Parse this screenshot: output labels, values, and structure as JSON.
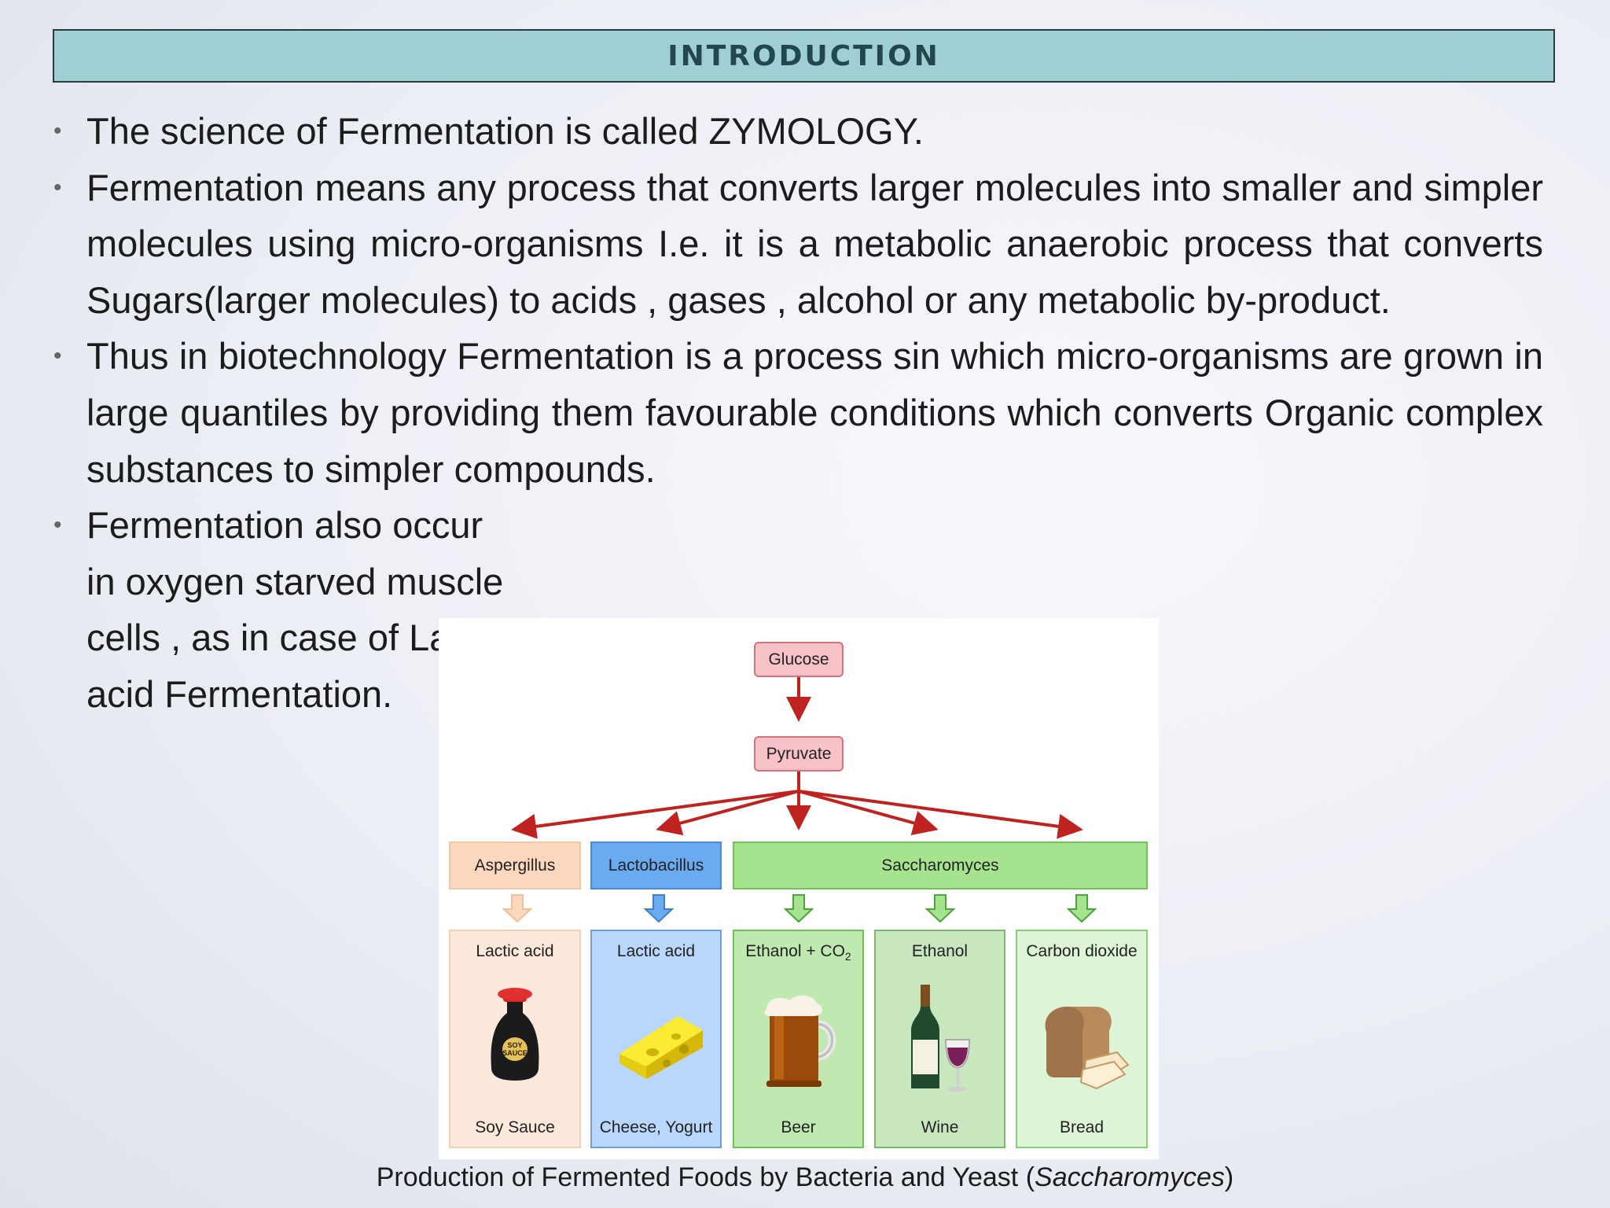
{
  "slide": {
    "title": "INTRODUCTION",
    "bullets": [
      "The science of Fermentation is called ZYMOLOGY.",
      "Fermentation means any process that converts larger molecules into smaller and simpler molecules using micro-organisms I.e. it is a metabolic anaerobic process that converts Sugars(larger molecules) to acids , gases , alcohol or any metabolic by-product.",
      "Thus in biotechnology Fermentation is a process sin which micro-organisms are grown in large quantiles by providing them favourable conditions which converts Organic complex substances to simpler compounds.",
      "Fermentation also occur in oxygen starved muscle cells , as in case of Lactic acid Fermentation."
    ]
  },
  "diagram": {
    "glucose": "Glucose",
    "pyruvate": "Pyruvate",
    "organisms": {
      "aspergillus": "Aspergillus",
      "lactobacillus": "Lactobacillus",
      "saccharomyces": "Saccharomyces"
    },
    "products": [
      {
        "product": "Lactic acid",
        "food": "Soy Sauce",
        "icon": "soy-sauce-icon"
      },
      {
        "product": "Lactic acid",
        "food": "Cheese, Yogurt",
        "icon": "cheese-icon"
      },
      {
        "product": "Ethanol + CO",
        "product_sub": "2",
        "food": "Beer",
        "icon": "beer-mug-icon"
      },
      {
        "product": "Ethanol",
        "food": "Wine",
        "icon": "wine-icon"
      },
      {
        "product": "Carbon dioxide",
        "food": "Bread",
        "icon": "bread-icon"
      }
    ],
    "icon_text": {
      "soy_label_1": "SOY",
      "soy_label_2": "SAUCE"
    },
    "colors": {
      "arrow_red": "#c0221f",
      "node_pink": "#f7c2c7",
      "aspergillus": "#fbd8bd",
      "lactobacillus": "#6aaaf0",
      "saccharomyces": "#a5e38f"
    }
  },
  "caption": {
    "text": "Production of Fermented Foods by Bacteria and Yeast (",
    "italic": "Saccharomyces",
    "close": ")"
  }
}
